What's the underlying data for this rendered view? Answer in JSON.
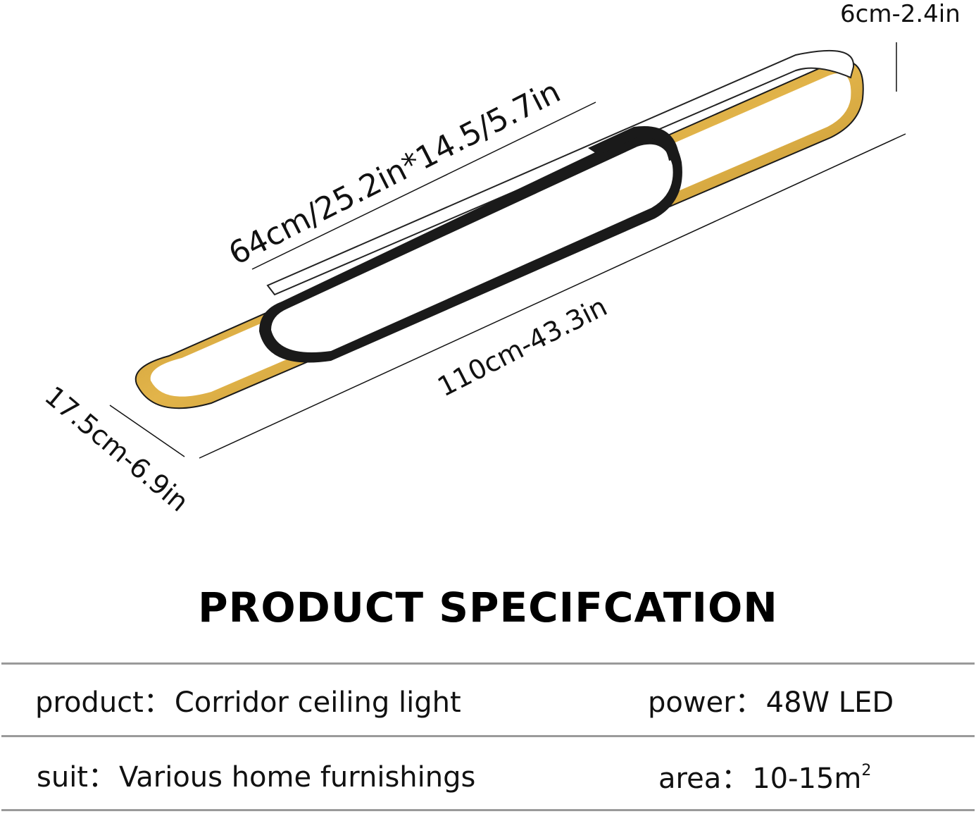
{
  "dimensions": {
    "height": "6cm-2.4in",
    "inner": "64cm/25.2in*14.5/5.7in",
    "length": "110cm-43.3in",
    "width": "17.5cm-6.9in"
  },
  "spec": {
    "title": "PRODUCT SPECIFCATION",
    "product_key": "product",
    "product_value": "Corridor ceiling light",
    "power_key": "power",
    "power_value": "48W LED",
    "suit_key": "suit",
    "suit_value": "Various home furnishings",
    "area_key": "area",
    "area_value": "10-15m",
    "area_sup": "2"
  },
  "colors": {
    "gold": "#c9982a",
    "black": "#1a1a1a",
    "rule": "#9a9a9a"
  }
}
